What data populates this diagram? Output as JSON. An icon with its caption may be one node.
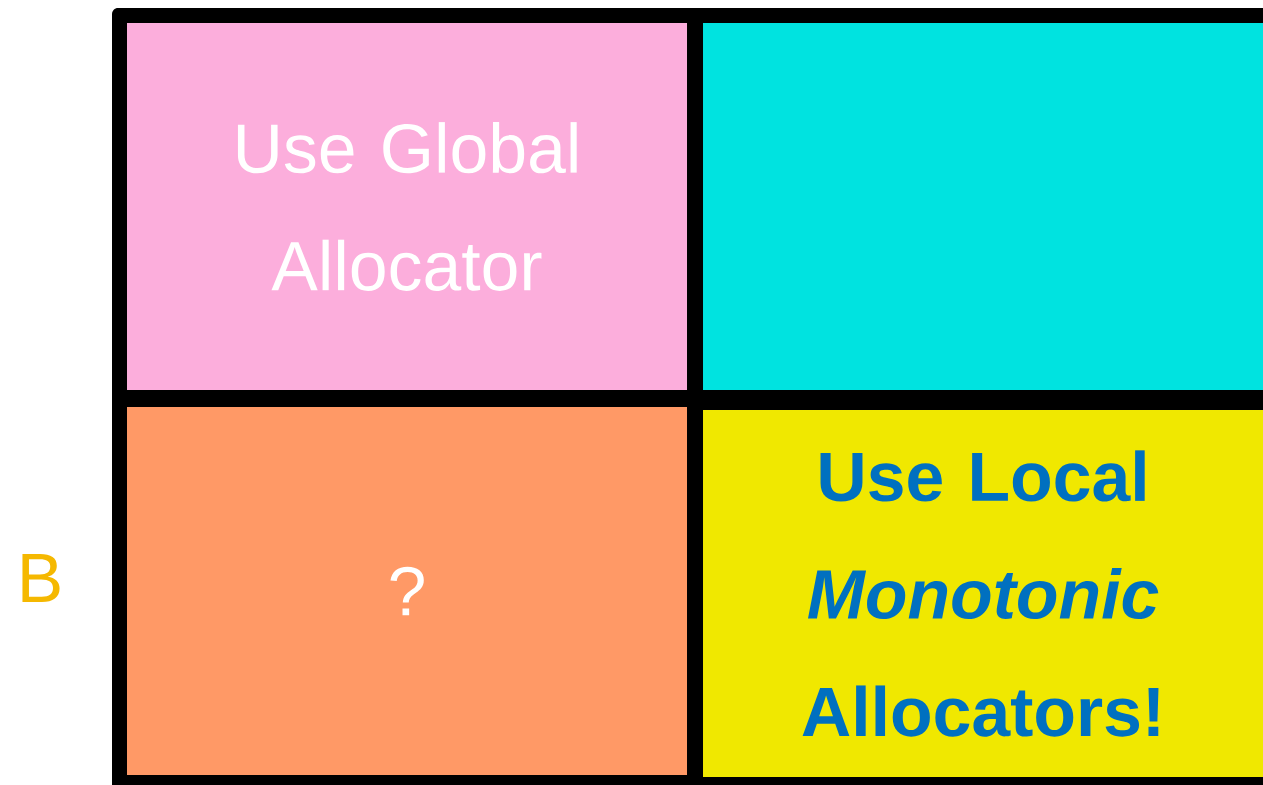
{
  "diagram": {
    "nodes": [
      {
        "text": [
          "Use Global Allocator"
        ]
      },
      {
        "text": [],
        "shape": "box"
      },
      {
        "text": [
          "?"
        ]
      },
      {
        "text": [
          "Use Local *Monotonic* Allocators!"
        ]
      }
    ],
    "labels": [
      "B"
    ]
  }
}
